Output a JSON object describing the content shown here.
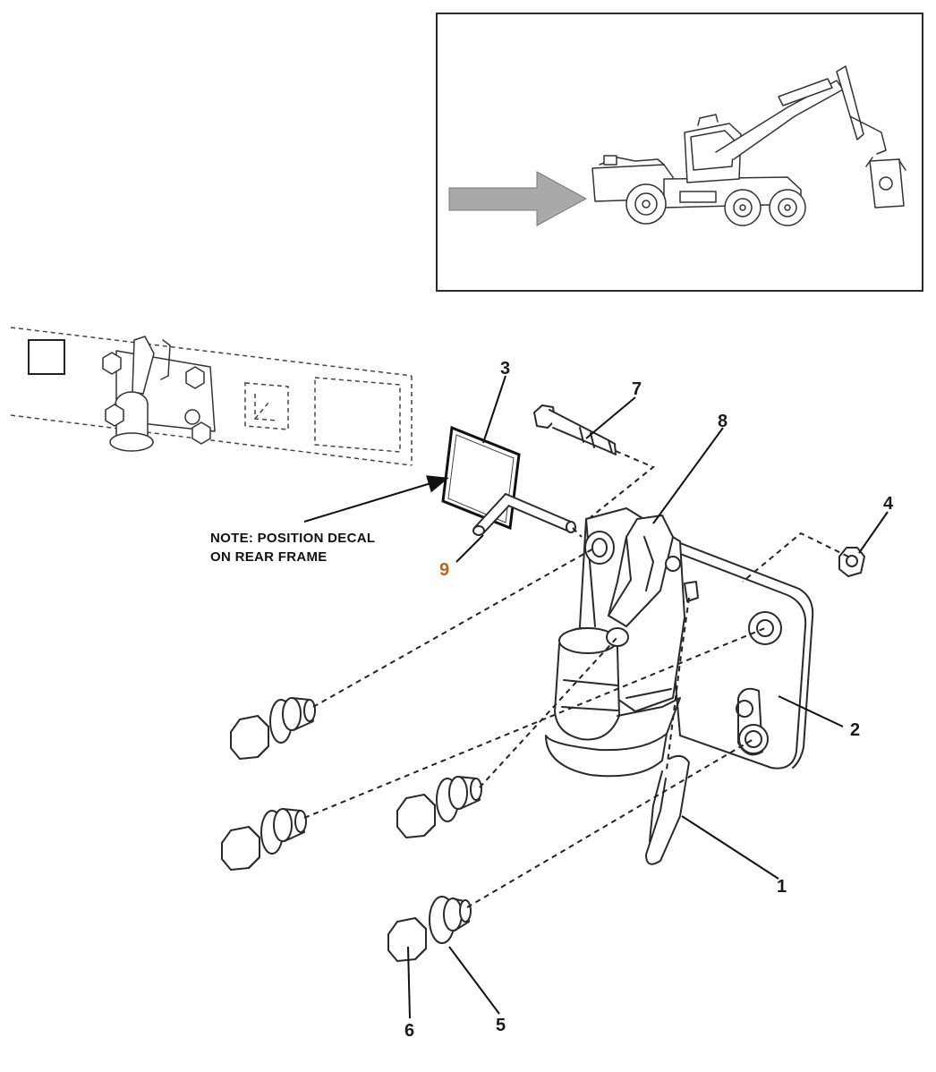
{
  "note": {
    "line1": "NOTE: POSITION DECAL",
    "line2": "ON REAR FRAME"
  },
  "callouts": {
    "c1": "1",
    "c2": "2",
    "c3": "3",
    "c4": "4",
    "c5": "5",
    "c6": "6",
    "c7": "7",
    "c8": "8",
    "c9": "9"
  }
}
